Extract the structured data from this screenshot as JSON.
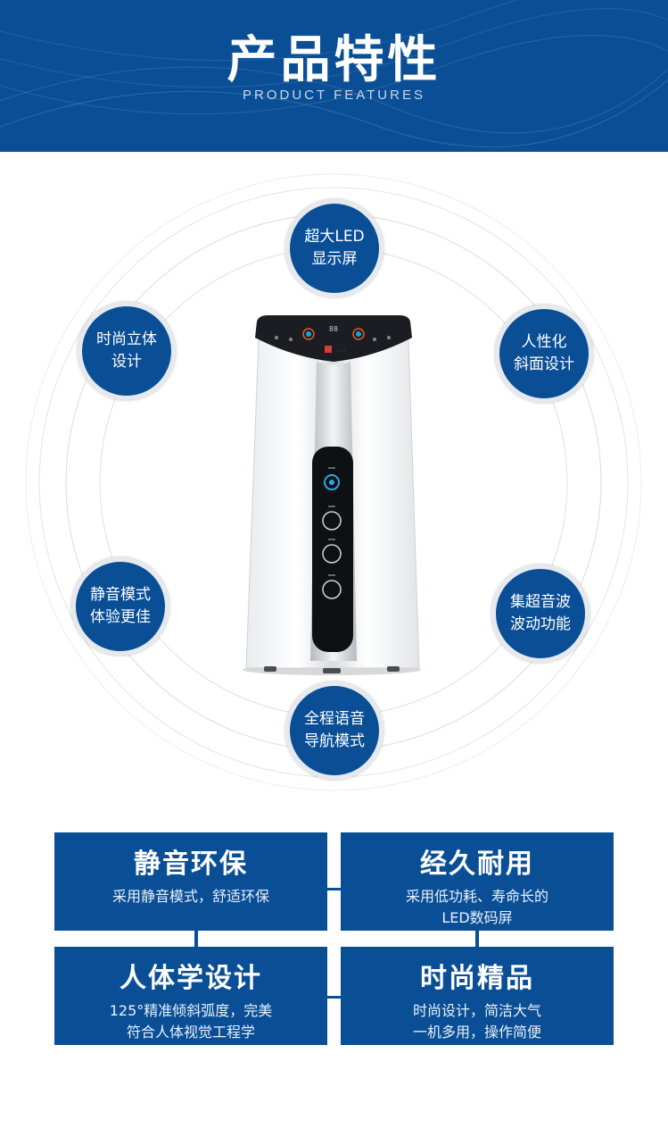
{
  "header": {
    "title": "产品特性",
    "subtitle": "PRODUCT FEATURES"
  },
  "features": [
    {
      "line1": "超大LED",
      "line2": "显示屏"
    },
    {
      "line1": "时尚立体",
      "line2": "设计"
    },
    {
      "line1": "人性化",
      "line2": "斜面设计"
    },
    {
      "line1": "静音模式",
      "line2": "体验更佳"
    },
    {
      "line1": "集超音波",
      "line2": "波动功能"
    },
    {
      "line1": "全程语音",
      "line2": "导航模式"
    }
  ],
  "cards": [
    {
      "title": "静音环保",
      "desc1": "采用静音模式，舒适环保",
      "desc2": ""
    },
    {
      "title": "经久耐用",
      "desc1": "采用低功耗、寿命长的",
      "desc2": "LED数码屏"
    },
    {
      "title": "人体学设计",
      "desc1": "125°精准倾斜弧度，完美",
      "desc2": "符合人体视觉工程学"
    },
    {
      "title": "时尚精品",
      "desc1": "时尚设计，简洁大气",
      "desc2": "一机多用，操作简便"
    }
  ],
  "colors": {
    "brand_blue": "#0a4f96",
    "bubble_border": "#e6e9ee"
  },
  "icons": [
    "product-image"
  ]
}
